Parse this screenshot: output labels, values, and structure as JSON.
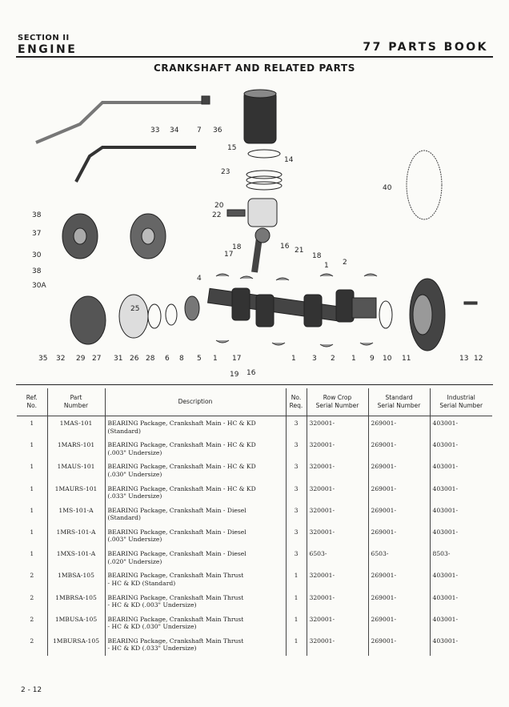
{
  "header": {
    "section": "SECTION II",
    "engine": "ENGINE",
    "book": "77 PARTS BOOK",
    "title": "CRANKSHAFT AND RELATED PARTS"
  },
  "diagram": {
    "callouts_top": [
      "33",
      "34",
      "7",
      "36",
      "15",
      "14",
      "23",
      "40",
      "20",
      "22",
      "38",
      "37",
      "30",
      "38",
      "30A",
      "18",
      "16",
      "21",
      "18",
      "17",
      "1",
      "2",
      "4",
      "25"
    ],
    "callouts_bottom": [
      "35",
      "32",
      "29",
      "27",
      "31",
      "26",
      "28",
      "6",
      "8",
      "5",
      "1",
      "17",
      "1",
      "3",
      "2",
      "1",
      "9",
      "10",
      "11",
      "13",
      "12",
      "19",
      "16"
    ]
  },
  "table": {
    "headers": {
      "ref": "Ref.\nNo.",
      "part": "Part\nNumber",
      "desc": "Description",
      "req": "No.\nReq.",
      "row": "Row Crop\nSerial Number",
      "std": "Standard\nSerial Number",
      "ind": "Industrial\nSerial Number"
    },
    "rows": [
      {
        "ref": "1",
        "part": "1MAS-101",
        "d1": "BEARING Package, Crankshaft Main - HC & KD",
        "d2": "(Standard)",
        "req": "3",
        "row": "320001-",
        "std": "269001-",
        "ind": "403001-"
      },
      {
        "ref": "1",
        "part": "1MARS-101",
        "d1": "BEARING Package, Crankshaft Main - HC & KD",
        "d2": "(.003\" Undersize)",
        "req": "3",
        "row": "320001-",
        "std": "269001-",
        "ind": "403001-"
      },
      {
        "ref": "1",
        "part": "1MAUS-101",
        "d1": "BEARING Package, Crankshaft Main - HC & KD",
        "d2": "(.030\" Undersize)",
        "req": "3",
        "row": "320001-",
        "std": "269001-",
        "ind": "403001-"
      },
      {
        "ref": "1",
        "part": "1MAURS-101",
        "d1": "BEARING Package, Crankshaft Main - HC & KD",
        "d2": "(.033\" Undersize)",
        "req": "3",
        "row": "320001-",
        "std": "269001-",
        "ind": "403001-"
      },
      {
        "ref": "1",
        "part": "1MS-101-A",
        "d1": "BEARING Package, Crankshaft Main - Diesel",
        "d2": "(Standard)",
        "req": "3",
        "row": "320001-",
        "std": "269001-",
        "ind": "403001-"
      },
      {
        "ref": "1",
        "part": "1MRS-101-A",
        "d1": "BEARING Package, Crankshaft Main - Diesel",
        "d2": "(.003\" Undersize)",
        "req": "3",
        "row": "320001-",
        "std": "269001-",
        "ind": "403001-"
      },
      {
        "ref": "1",
        "part": "1MXS-101-A",
        "d1": "BEARING Package, Crankshaft Main - Diesel",
        "d2": "(.020\" Undersize)",
        "req": "3",
        "row": "6503-",
        "std": "6503-",
        "ind": "8503-"
      },
      {
        "ref": "2",
        "part": "1MBSA-105",
        "d1": "BEARING Package, Crankshaft Main Thrust",
        "d2": "- HC & KD (Standard)",
        "req": "1",
        "row": "320001-",
        "std": "269001-",
        "ind": "403001-"
      },
      {
        "ref": "2",
        "part": "1MBRSA-105",
        "d1": "BEARING Package, Crankshaft Main Thrust",
        "d2": "- HC & KD (.003\" Undersize)",
        "req": "1",
        "row": "320001-",
        "std": "269001-",
        "ind": "403001-"
      },
      {
        "ref": "2",
        "part": "1MBUSA-105",
        "d1": "BEARING Package, Crankshaft Main Thrust",
        "d2": "- HC & KD (.030\" Undersize)",
        "req": "1",
        "row": "320001-",
        "std": "269001-",
        "ind": "403001-"
      },
      {
        "ref": "2",
        "part": "1MBURSA-105",
        "d1": "BEARING Package, Crankshaft Main Thrust",
        "d2": "- HC & KD (.033\" Undersize)",
        "req": "1",
        "row": "320001-",
        "std": "269001-",
        "ind": "403001-"
      }
    ]
  },
  "footer": {
    "page": "2 - 12"
  }
}
